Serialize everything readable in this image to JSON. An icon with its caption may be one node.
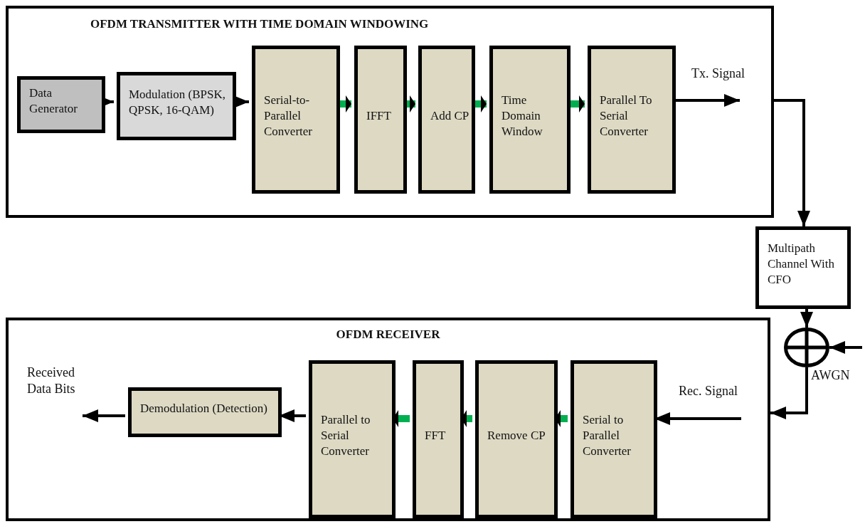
{
  "diagram": {
    "nodes": [
      {
        "text": [
          "OFDM TRANSMITTER WITH TIME DOMAIN WINDOWING"
        ]
      },
      {
        "text": [
          "Data Generator"
        ],
        "in": 0
      },
      {
        "text": [
          "Modulation (BPSK, QPSK, 16-QAM)"
        ],
        "in": 0
      },
      {
        "text": [
          "Serial-to-Parallel Converter"
        ],
        "in": 0
      },
      {
        "text": [
          "IFFT"
        ],
        "in": 0
      },
      {
        "text": [
          "Add CP"
        ],
        "in": 0
      },
      {
        "text": [
          "Time Domain Window"
        ],
        "in": 0
      },
      {
        "text": [
          "Parallel To Serial Converter"
        ],
        "in": 0
      },
      {
        "text": [
          "Multipath Channel With CFO"
        ]
      },
      {
        "text": [],
        "shape": "circle",
        "beside": [
          "AWGN"
        ]
      },
      {
        "text": [
          "OFDM RECEIVER"
        ]
      },
      {
        "text": [
          "Demodulation (Detection)"
        ],
        "in": 10
      },
      {
        "text": [
          "Parallel to Serial Converter"
        ],
        "in": 10
      },
      {
        "text": [
          "FFT"
        ],
        "in": 10
      },
      {
        "text": [
          "Remove CP"
        ],
        "in": 10
      },
      {
        "text": [
          "Serial to Parallel Converter"
        ],
        "in": 10
      }
    ],
    "edges": [
      {
        "from": 1,
        "to": 2,
        "arrow": "to"
      },
      {
        "from": 2,
        "to": 3,
        "arrow": "to"
      },
      {
        "from": 3,
        "to": 4,
        "arrow": "to",
        "style": "thick",
        "color": "#00b050"
      },
      {
        "from": 4,
        "to": 5,
        "arrow": "to",
        "style": "thick",
        "color": "#00b050"
      },
      {
        "from": 5,
        "to": 6,
        "arrow": "to",
        "style": "thick",
        "color": "#00b050"
      },
      {
        "from": 6,
        "to": 7,
        "arrow": "to",
        "style": "thick",
        "color": "#00b050"
      },
      {
        "from": 7,
        "to": null,
        "arrow": "to",
        "label": "Tx. Signal"
      },
      {
        "from": 0,
        "to": 8,
        "arrow": "to"
      },
      {
        "from": 8,
        "to": 9,
        "arrow": "to"
      },
      {
        "from": null,
        "to": 9,
        "arrow": "to"
      },
      {
        "from": 9,
        "to": 10,
        "arrow": "to"
      },
      {
        "from": null,
        "to": 15,
        "arrow": "to",
        "label": "Rec. Signal"
      },
      {
        "from": 15,
        "to": 14,
        "arrow": "to",
        "style": "thick",
        "color": "#00b050"
      },
      {
        "from": 14,
        "to": 13,
        "arrow": "to",
        "style": "thick",
        "color": "#00b050"
      },
      {
        "from": 13,
        "to": 12,
        "arrow": "to",
        "style": "thick",
        "color": "#00b050"
      },
      {
        "from": 12,
        "to": 11,
        "arrow": "to"
      },
      {
        "from": 11,
        "to": null,
        "arrow": "to",
        "label": "Received Data Bits"
      }
    ]
  }
}
